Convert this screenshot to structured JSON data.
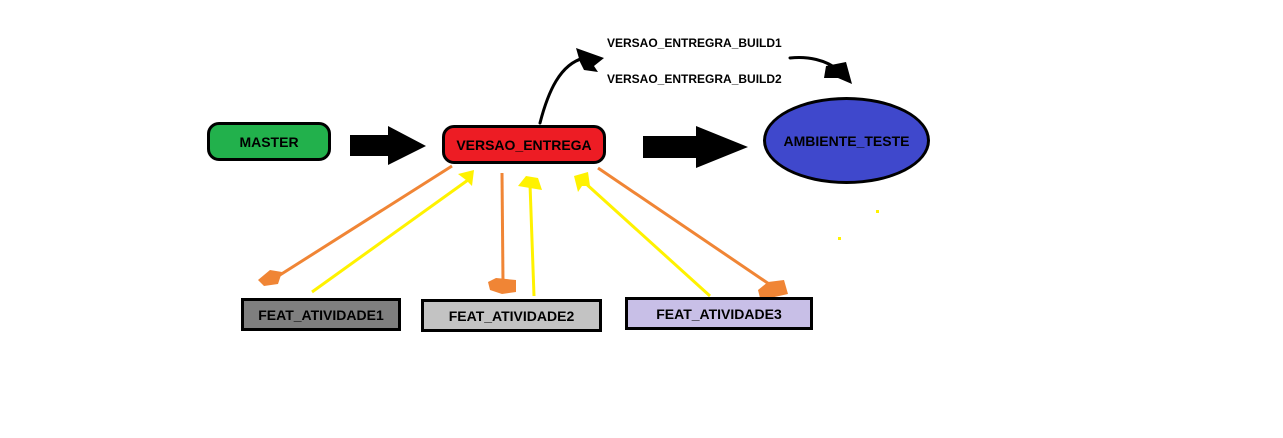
{
  "nodes": {
    "master": {
      "label": "MASTER",
      "fill": "#22b14c"
    },
    "versao_entrega": {
      "label": "VERSAO_ENTREGA",
      "fill": "#ed1c24"
    },
    "ambiente_teste": {
      "label": "AMBIENTE_TESTE",
      "fill": "#3f48cc"
    },
    "feat_atividade1": {
      "label": "FEAT_ATIVIDADE1",
      "fill": "#7f7f7f"
    },
    "feat_atividade2": {
      "label": "FEAT_ATIVIDADE2",
      "fill": "#c3c3c3"
    },
    "feat_atividade3": {
      "label": "FEAT_ATIVIDADE3",
      "fill": "#c8bfe7"
    }
  },
  "build_labels": {
    "build1": "VERSAO_ENTREGRA_BUILD1",
    "build2": "VERSAO_ENTREGRA_BUILD2"
  },
  "colors": {
    "arrow_main": "#000000",
    "arrow_merge_down": "#f08535",
    "arrow_merge_up": "#fff200",
    "outline": "#000000"
  }
}
